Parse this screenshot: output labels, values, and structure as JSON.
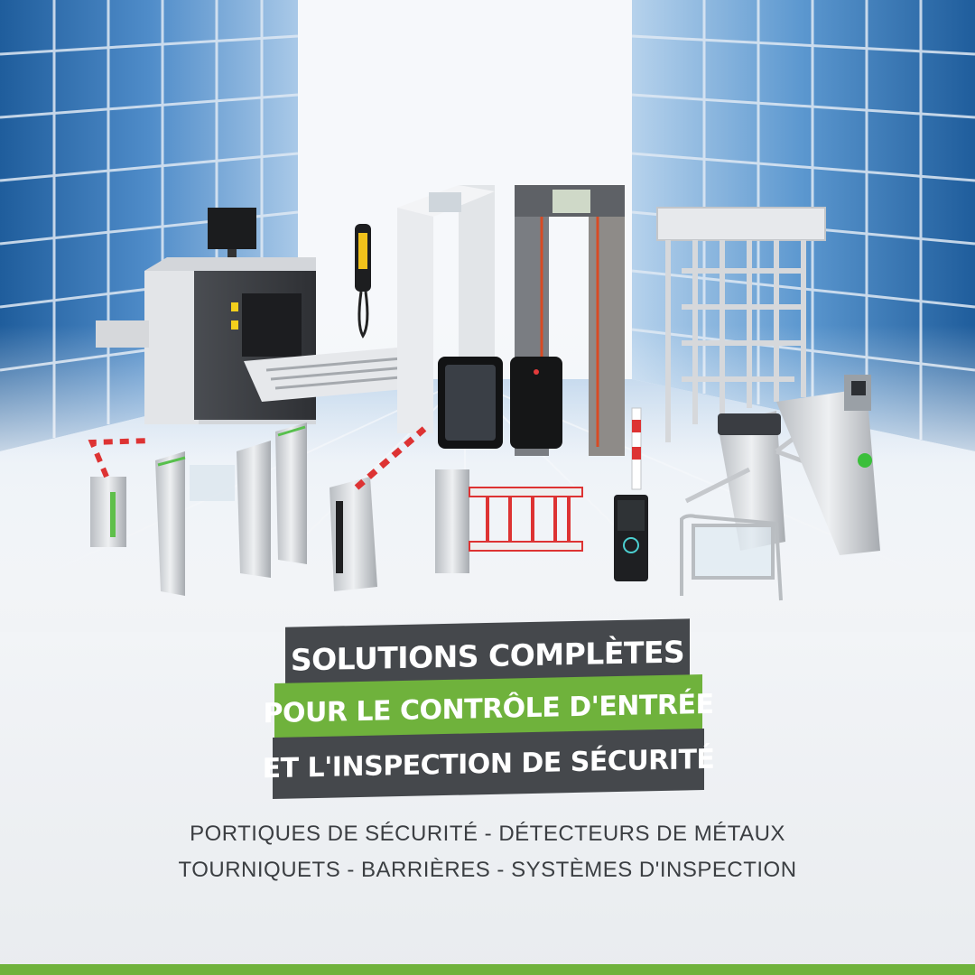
{
  "headline": {
    "line1": "SOLUTIONS COMPLÈTES",
    "line2": "POUR LE CONTRÔLE D'ENTRÉE",
    "line3": "ET L'INSPECTION DE SÉCURITÉ"
  },
  "subtitle": {
    "line1": "PORTIQUES DE SÉCURITÉ - DÉTECTEURS DE MÉTAUX",
    "line2": "TOURNIQUETS - BARRIÈRES - SYSTÈMES D'INSPECTION"
  },
  "colors": {
    "accent_green": "#6fb23c",
    "band_dark": "#45484c",
    "text_gray": "#3b3e42"
  }
}
